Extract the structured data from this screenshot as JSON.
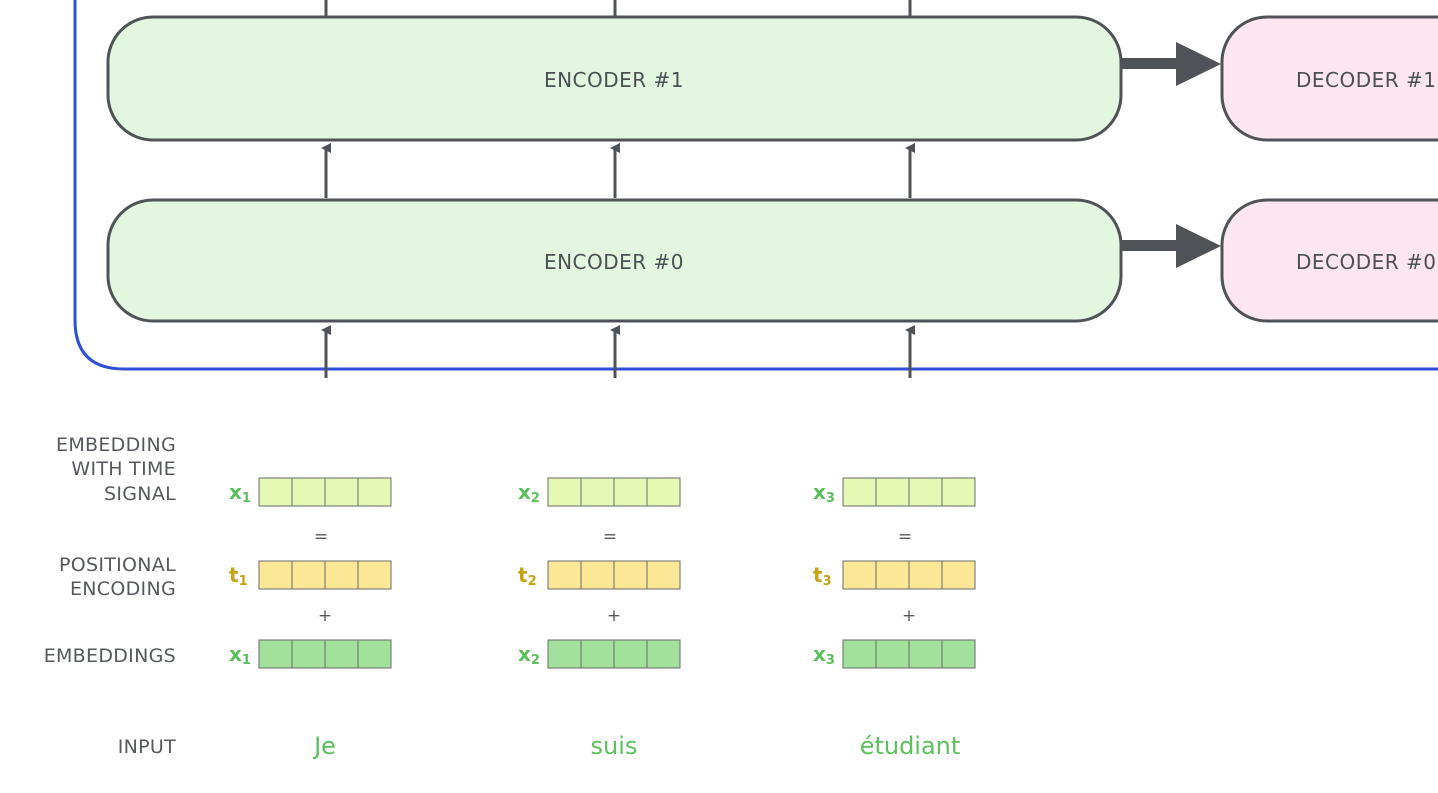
{
  "colors": {
    "frame": "#2f4fd6",
    "encoder_fill": "#e3f6e0",
    "decoder_fill": "#fde6ef",
    "box_stroke": "#4f5357",
    "arrow": "#4f5357",
    "time_signal_cell": "#e5f9b4",
    "positional_cell": "#fbe796",
    "embedding_cell": "#a2e19b",
    "x_symbol": "#5cc05c",
    "t_symbol": "#c6a312"
  },
  "encoders": [
    "ENCODER #1",
    "ENCODER #0"
  ],
  "decoders": [
    "DECODER #1",
    "DECODER #0"
  ],
  "row_labels": {
    "time_signal": [
      "EMBEDDING",
      "WITH TIME",
      "SIGNAL"
    ],
    "positional": [
      "POSITIONAL",
      "ENCODING"
    ],
    "embeddings": "EMBEDDINGS",
    "input": "INPUT"
  },
  "operators": {
    "equals": "=",
    "plus": "+"
  },
  "columns": [
    {
      "x_symbol": "x",
      "t_symbol": "t",
      "subscript": "1",
      "word": "Je"
    },
    {
      "x_symbol": "x",
      "t_symbol": "t",
      "subscript": "2",
      "word": "suis"
    },
    {
      "x_symbol": "x",
      "t_symbol": "t",
      "subscript": "3",
      "word": "étudiant"
    }
  ],
  "vector_cells": 4
}
